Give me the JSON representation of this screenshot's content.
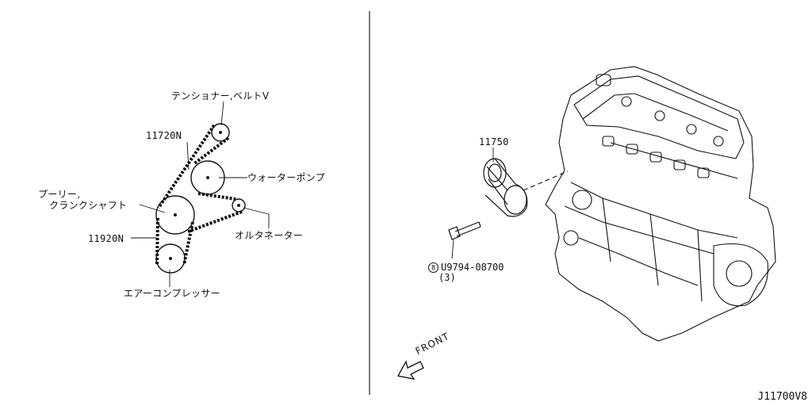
{
  "belt_diagram": {
    "tensioner_label": "テンショナー,ベルトV",
    "belt_upper_part": "11720N",
    "water_pump_label": "ウォーターポンプ",
    "crank_pulley_line1": "プーリー,",
    "crank_pulley_line2": "クランクシャフト",
    "belt_lower_part": "11920N",
    "alternator_label": "オルタネーター",
    "compressor_label": "エアーコンプレッサー"
  },
  "engine_diagram": {
    "pump_part": "11750",
    "bolt_marker": "B",
    "bolt_part": "U9794-08700",
    "bolt_qty": "(3)",
    "front_label": "FRONT"
  },
  "diagram_code": "J11700V8"
}
